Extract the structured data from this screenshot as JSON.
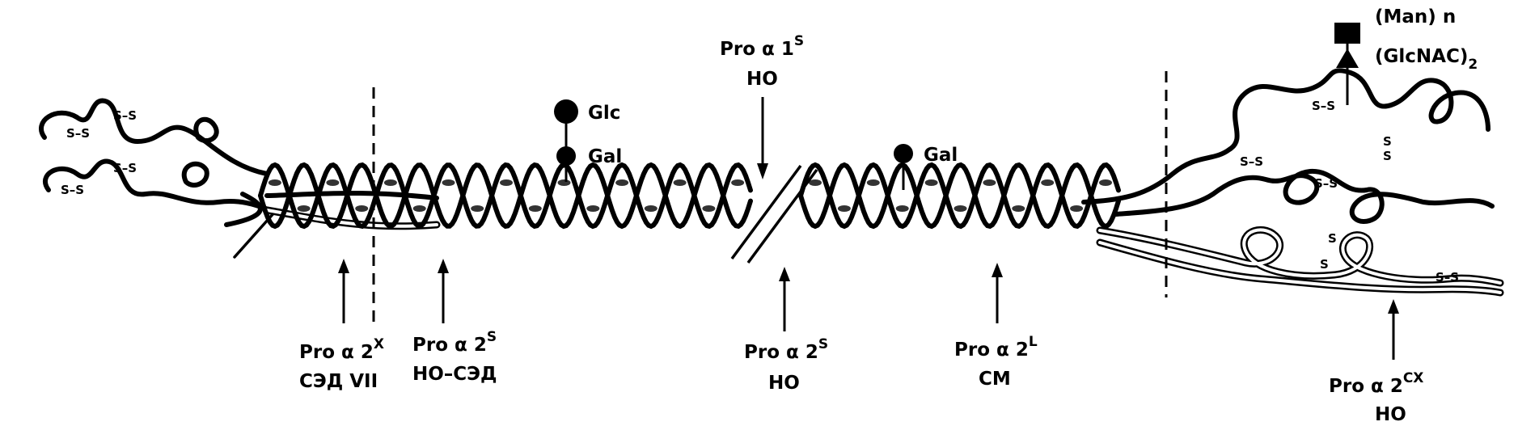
{
  "labels": {
    "mut_x": {
      "pro": "Pro α 2",
      "sup": "X",
      "disease": "СЭД VII"
    },
    "mut_s1": {
      "pro": "Pro α 2",
      "sup": "S",
      "disease": "НО–СЭД"
    },
    "mut_top": {
      "pro": "Pro α 1",
      "sup": "S",
      "disease": "НО"
    },
    "mut_s2": {
      "pro": "Pro α 2",
      "sup": "S",
      "disease": "НО"
    },
    "mut_l": {
      "pro": "Pro α 2",
      "sup": "L",
      "disease": "СМ"
    },
    "mut_cx": {
      "pro": "Pro α 2",
      "sup": "CX",
      "disease": "НО"
    }
  },
  "glycosylation": {
    "glc": "Glc",
    "gal_left": "Gal",
    "gal_right": "Gal",
    "man_n": "(Man) n",
    "glcnac": "(GlcNAC)",
    "glcnac_sub": "2"
  },
  "disulfide": {
    "label": "S–S",
    "single": "S"
  },
  "colors": {
    "ink": "#000000",
    "background": "#ffffff"
  }
}
